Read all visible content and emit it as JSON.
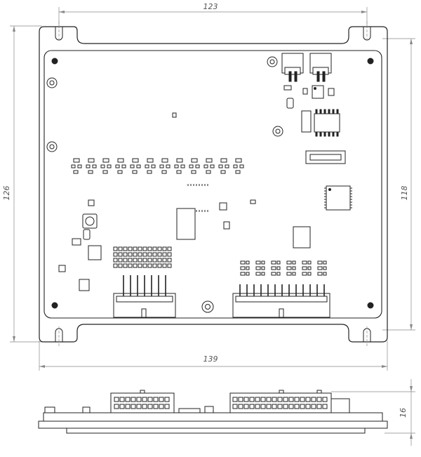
{
  "top_view": {
    "dim_width_inner": "123",
    "dim_width_outer": "139",
    "dim_height_outer": "126",
    "dim_height_inner": "118"
  },
  "side_view": {
    "dim_height": "16"
  }
}
